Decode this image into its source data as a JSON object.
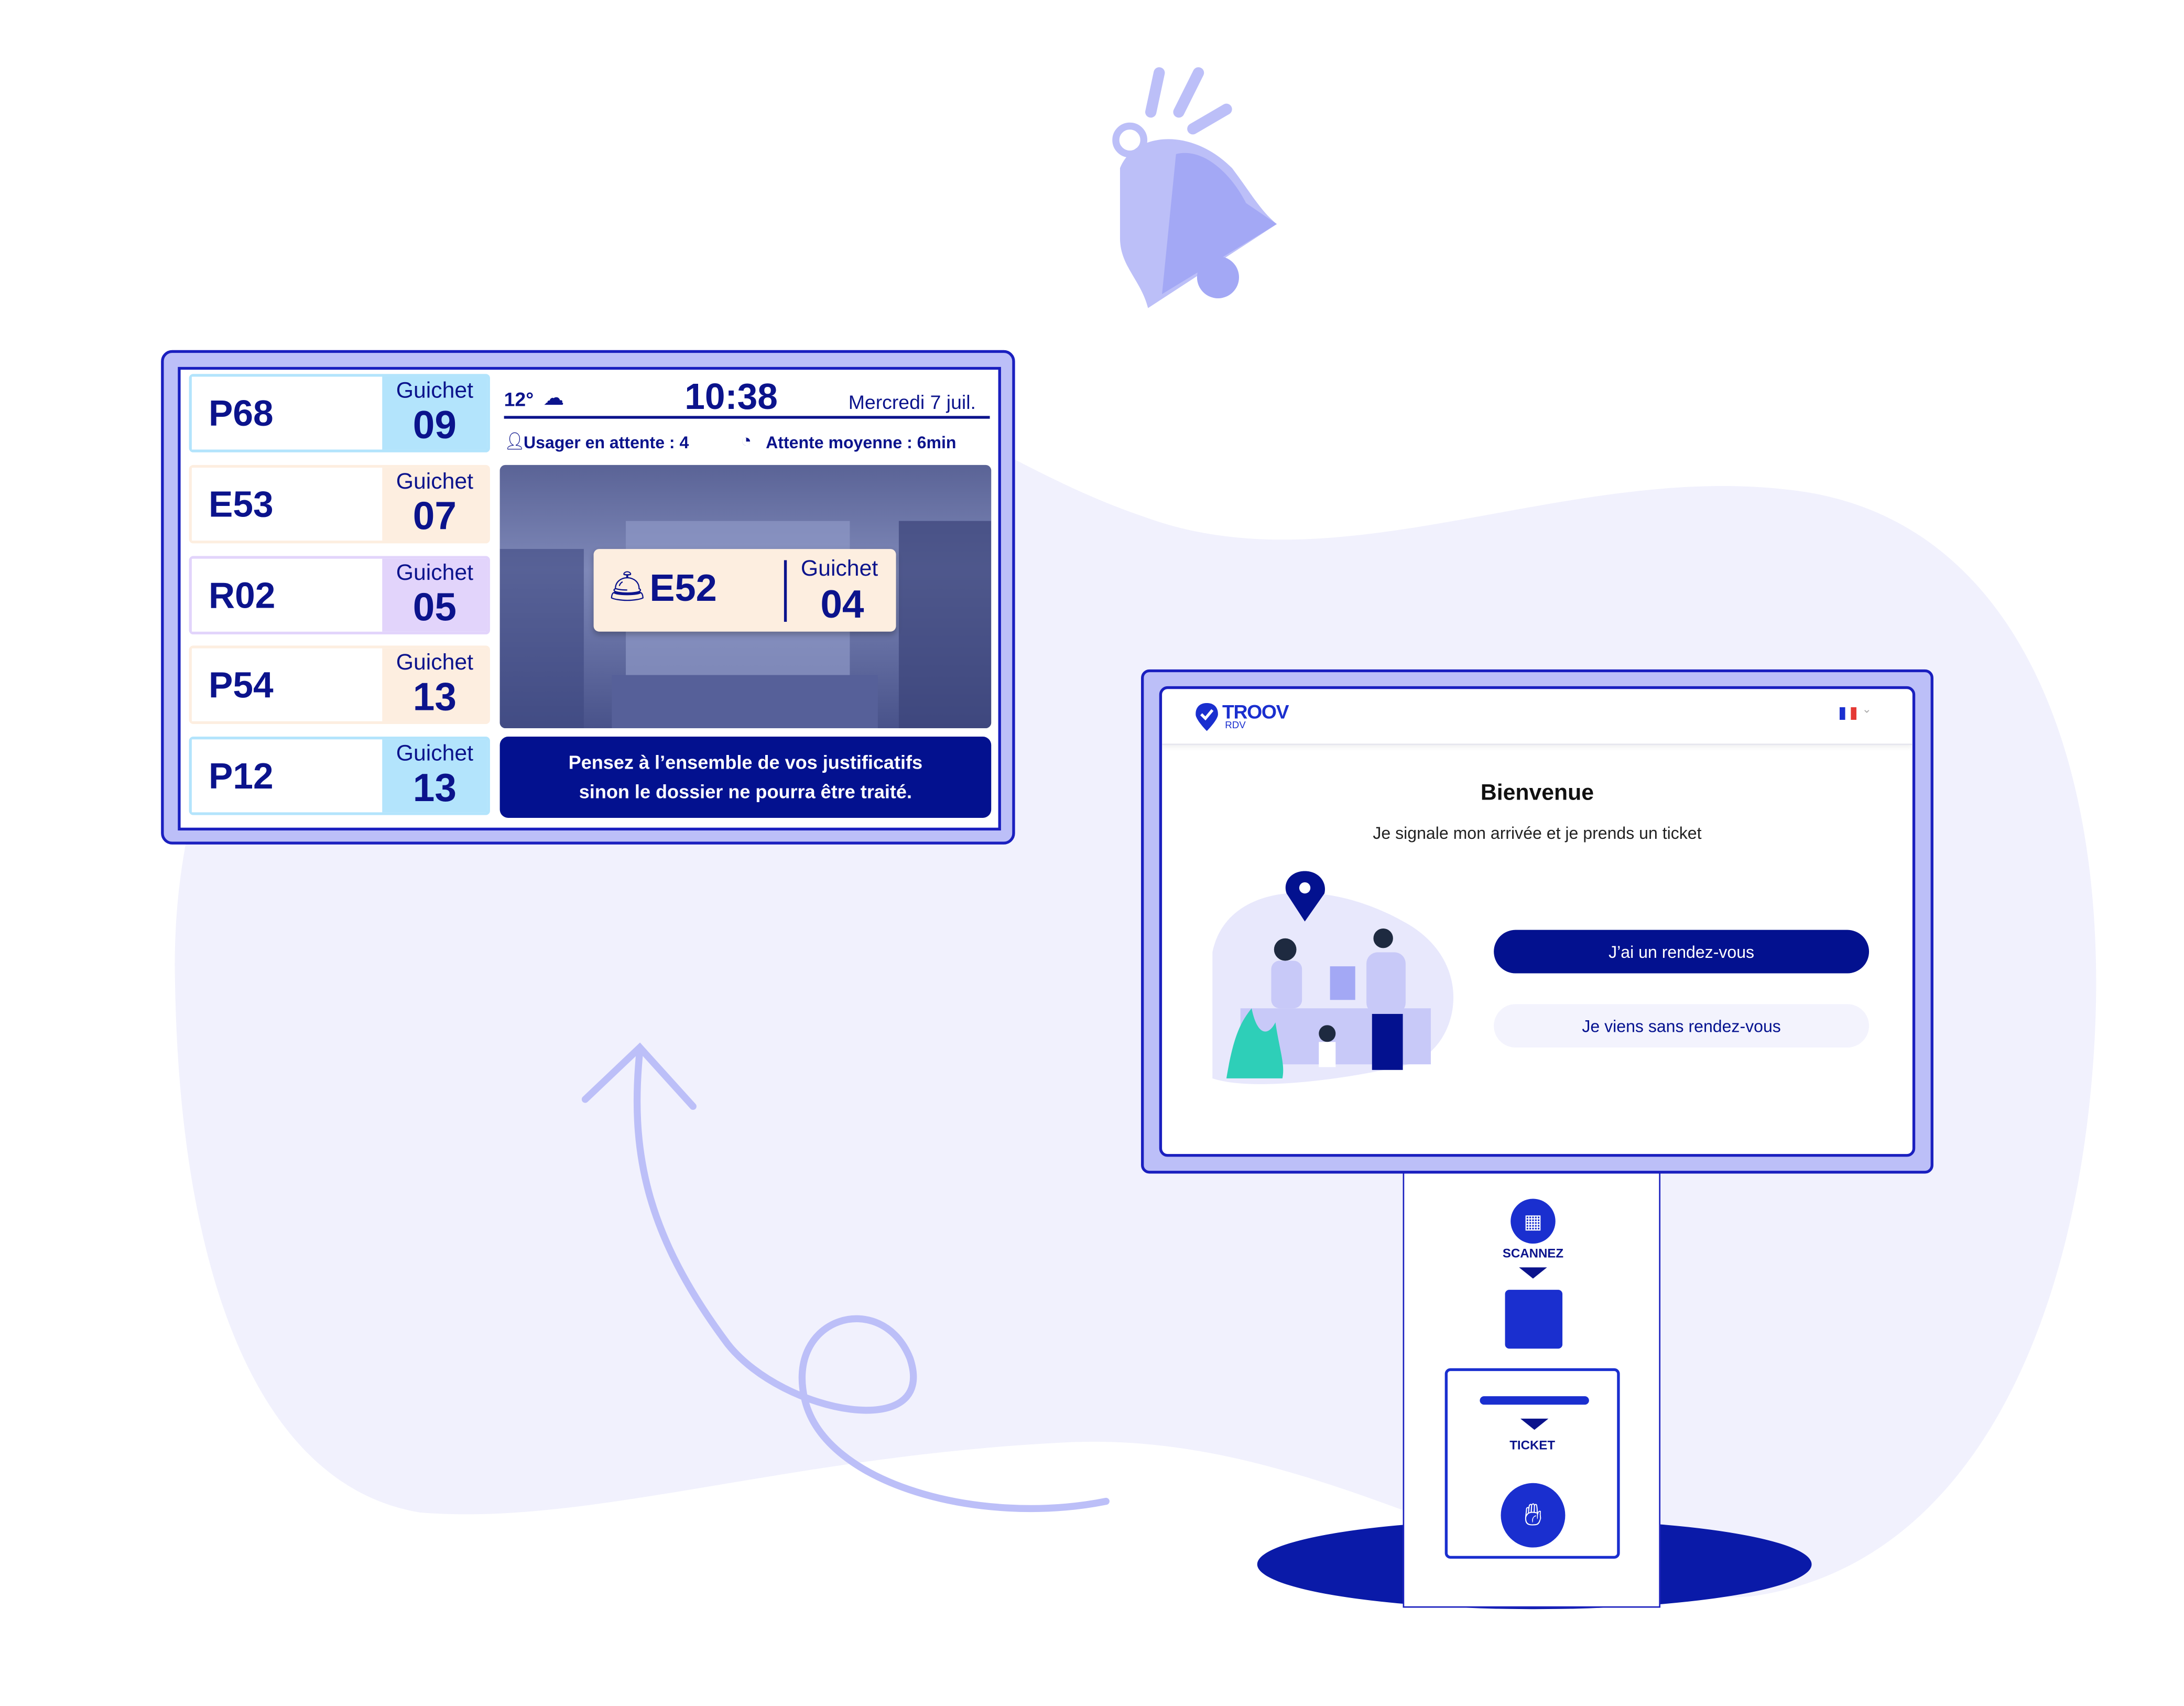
{
  "display": {
    "counter_label": "Guichet",
    "rows": [
      {
        "ticket": "P68",
        "counter": "09",
        "color": "#b3e4fc"
      },
      {
        "ticket": "E53",
        "counter": "07",
        "color": "#fdeee0"
      },
      {
        "ticket": "R02",
        "counter": "05",
        "color": "#e2d4fb"
      },
      {
        "ticket": "P54",
        "counter": "13",
        "color": "#fdeee0"
      },
      {
        "ticket": "P12",
        "counter": "13",
        "color": "#b3e4fc"
      }
    ],
    "temperature": "12°",
    "time": "10:38",
    "date": "Mercredi 7 juil.",
    "waiting_users": "Usager en attente : 4",
    "average_wait": "Attente moyenne : 6min",
    "current": {
      "ticket": "E52",
      "counter_label": "Guichet",
      "counter": "04"
    },
    "message_line1": "Pensez à l’ensemble de vos justificatifs",
    "message_line2": "sinon le dossier ne pourra être traité."
  },
  "kiosk": {
    "logo": "TROOV",
    "logo_sub": "RDV",
    "title": "Bienvenue",
    "subtitle": "Je signale mon arrivée et je prends un ticket",
    "btn_appointment": "J’ai un rendez-vous",
    "btn_no_appointment": "Je viens sans rendez-vous",
    "scan_label": "SCANNEZ",
    "ticket_label": "TICKET"
  },
  "colors": {
    "primary": "#03118f",
    "accent": "#bcbff8",
    "blob": "#f1f1fd"
  }
}
